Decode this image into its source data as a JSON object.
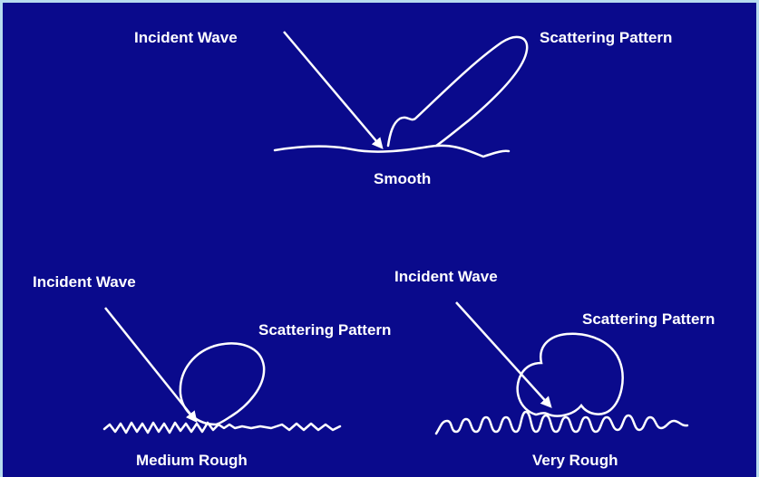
{
  "panels": {
    "smooth": {
      "incident_label": "Incident Wave",
      "pattern_label": "Scattering Pattern",
      "surface_label": "Smooth"
    },
    "medium": {
      "incident_label": "Incident Wave",
      "pattern_label": "Scattering Pattern",
      "surface_label": "Medium Rough"
    },
    "very": {
      "incident_label": "Incident Wave",
      "pattern_label": "Scattering Pattern",
      "surface_label": "Very Rough"
    }
  },
  "colors": {
    "background": "#0a0a8c",
    "border": "#b7dcef",
    "ink": "#ffffff"
  }
}
